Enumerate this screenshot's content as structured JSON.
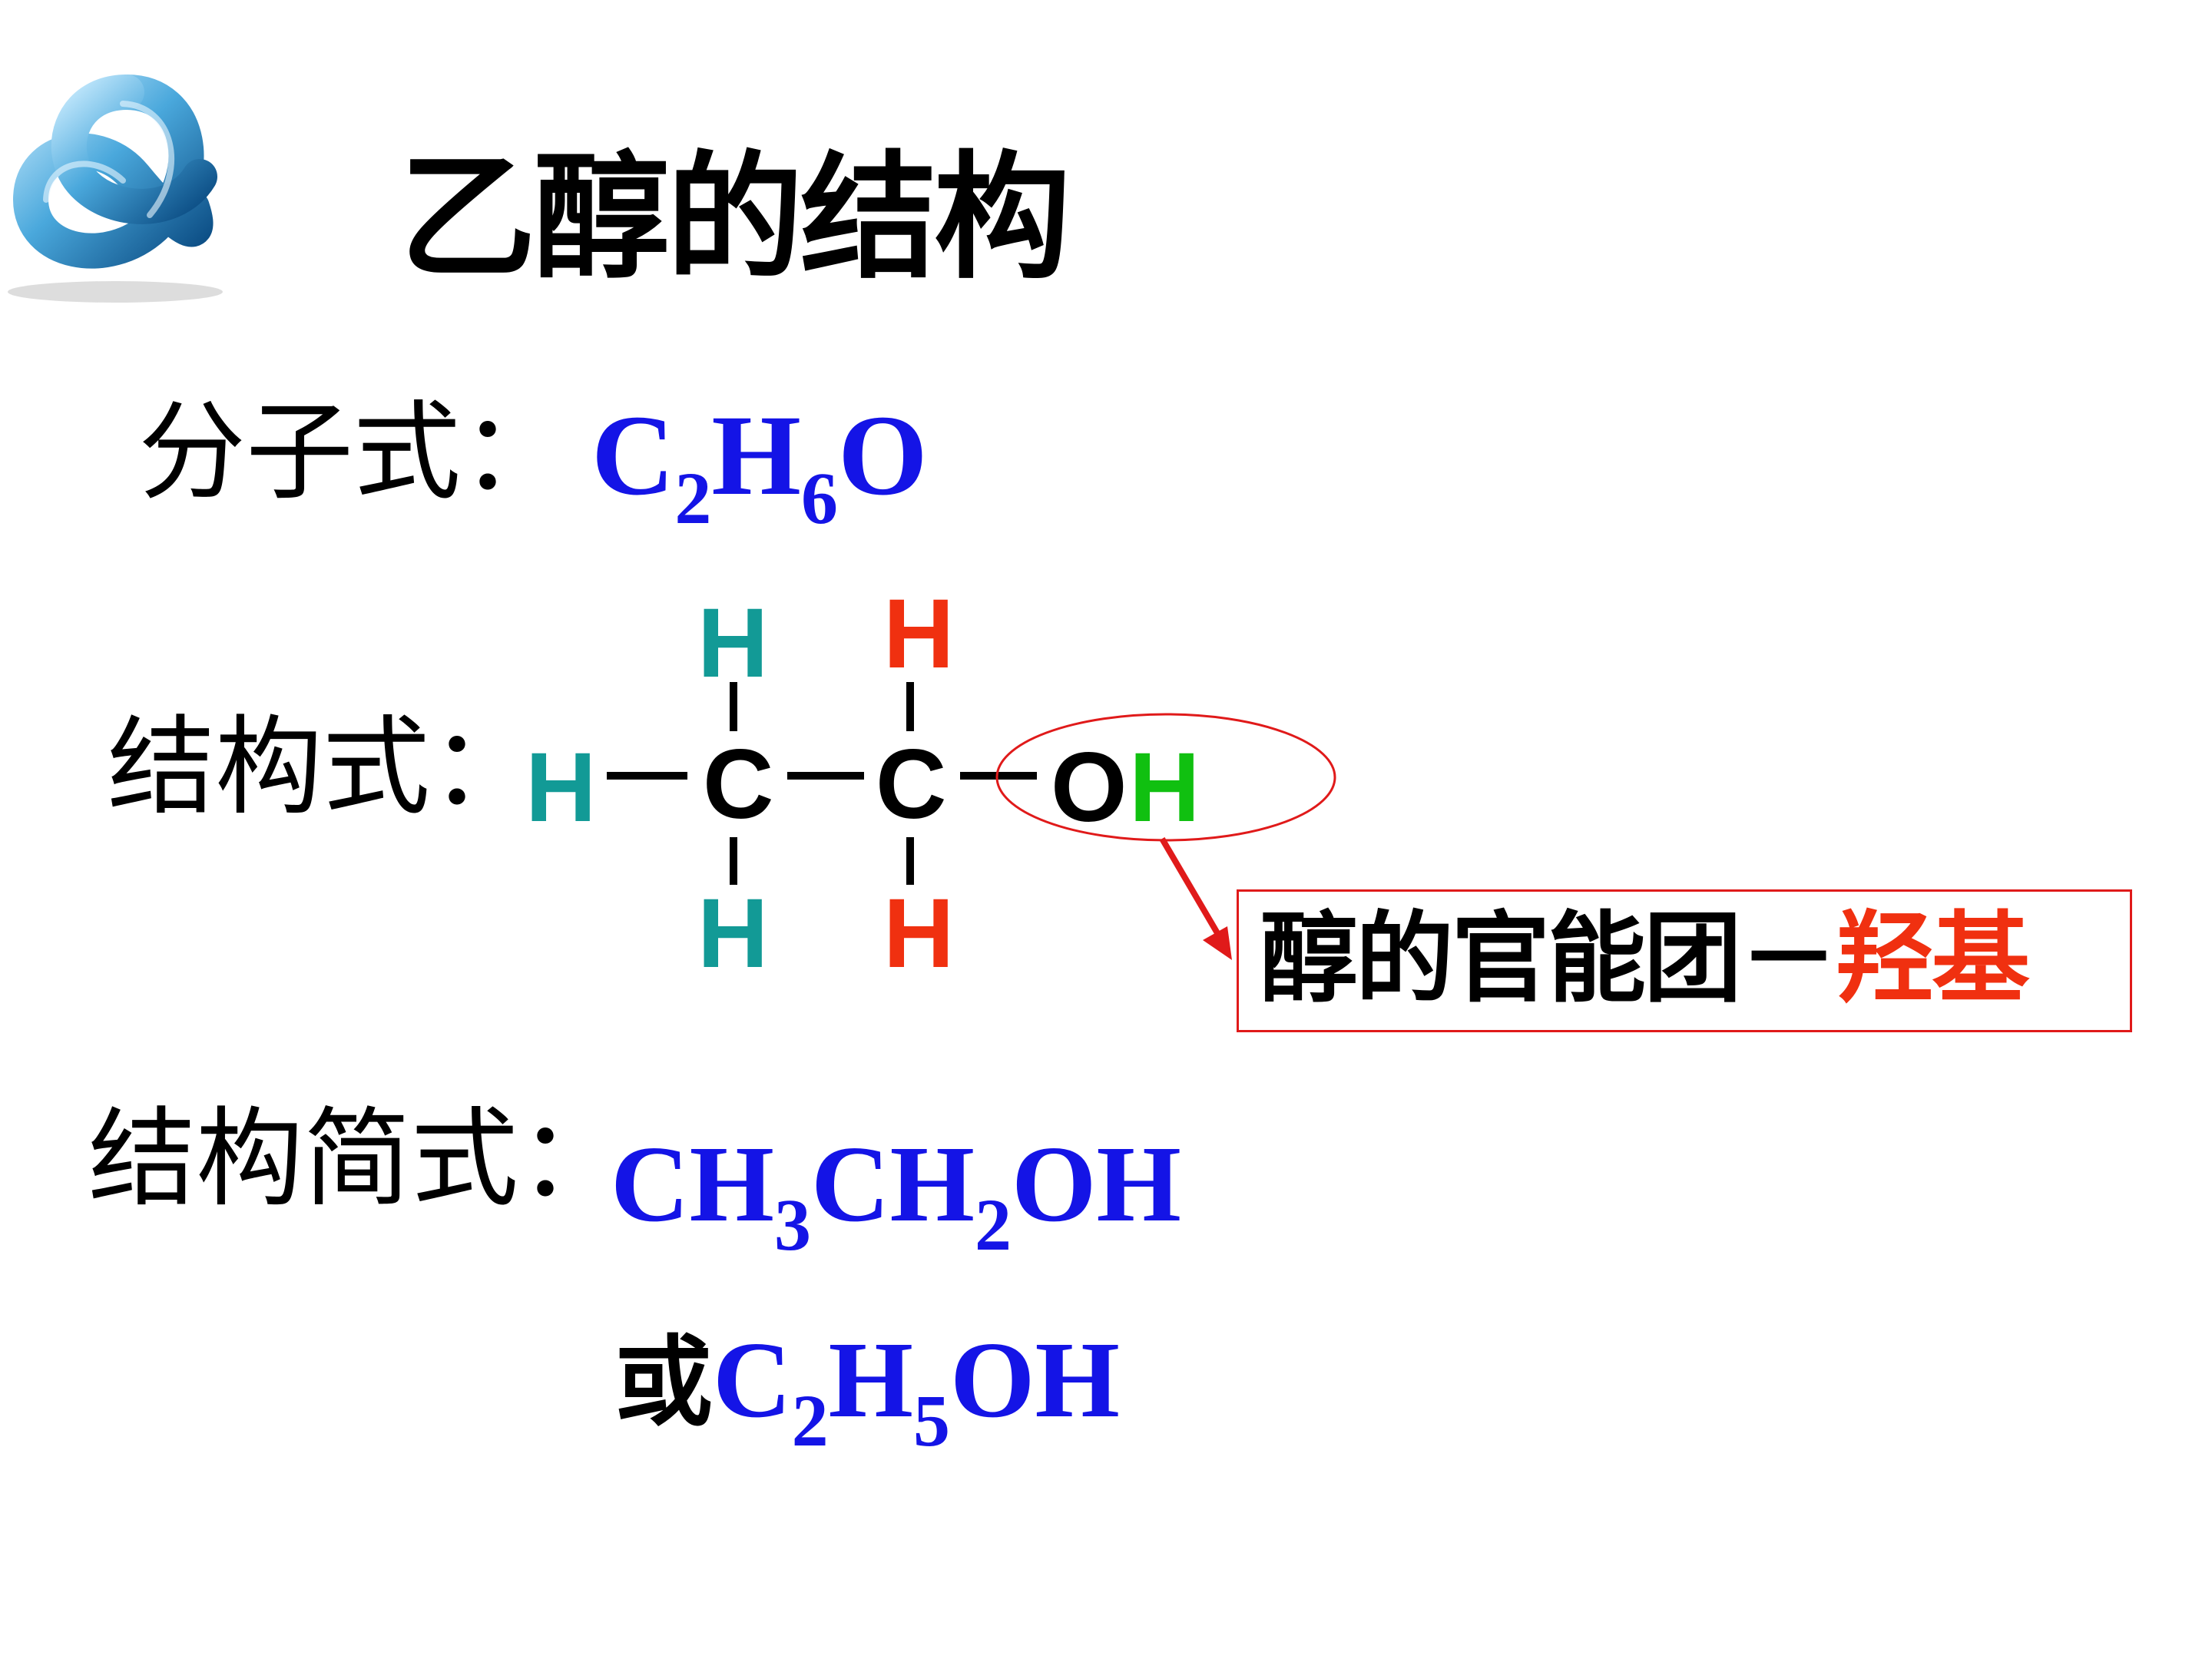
{
  "title": "乙醇的结构",
  "molecular_formula": {
    "label": "分子式：",
    "parts": {
      "c": "C",
      "c_sub": "2",
      "h": "H",
      "h_sub": "6",
      "o": "O"
    }
  },
  "structural_formula": {
    "label": "结构式：",
    "atoms": {
      "h_left": "H",
      "c1": "C",
      "c2": "C",
      "o": "O",
      "oh_h": "H",
      "h_c1_top": "H",
      "h_c1_bottom": "H",
      "h_c2_top": "H",
      "h_c2_bottom": "H"
    }
  },
  "callout": {
    "text_prefix": "醇的官能团－",
    "text_highlight": "羟基"
  },
  "condensed_formula": {
    "label": "结构简式：",
    "line1": {
      "a": "CH",
      "a_sub": "3",
      "b": "CH",
      "b_sub": "2",
      "c": "OH"
    },
    "or_word": "或",
    "line2": {
      "a": "C",
      "a_sub": "2",
      "b": "H",
      "b_sub": "5",
      "c": "OH"
    }
  },
  "colors": {
    "formula_blue": "#1414e6",
    "teal": "#129a96",
    "red": "#f03010",
    "green": "#10c010",
    "callout_border": "#e01a1a"
  },
  "icons": [
    "trefoil-knot-icon"
  ]
}
